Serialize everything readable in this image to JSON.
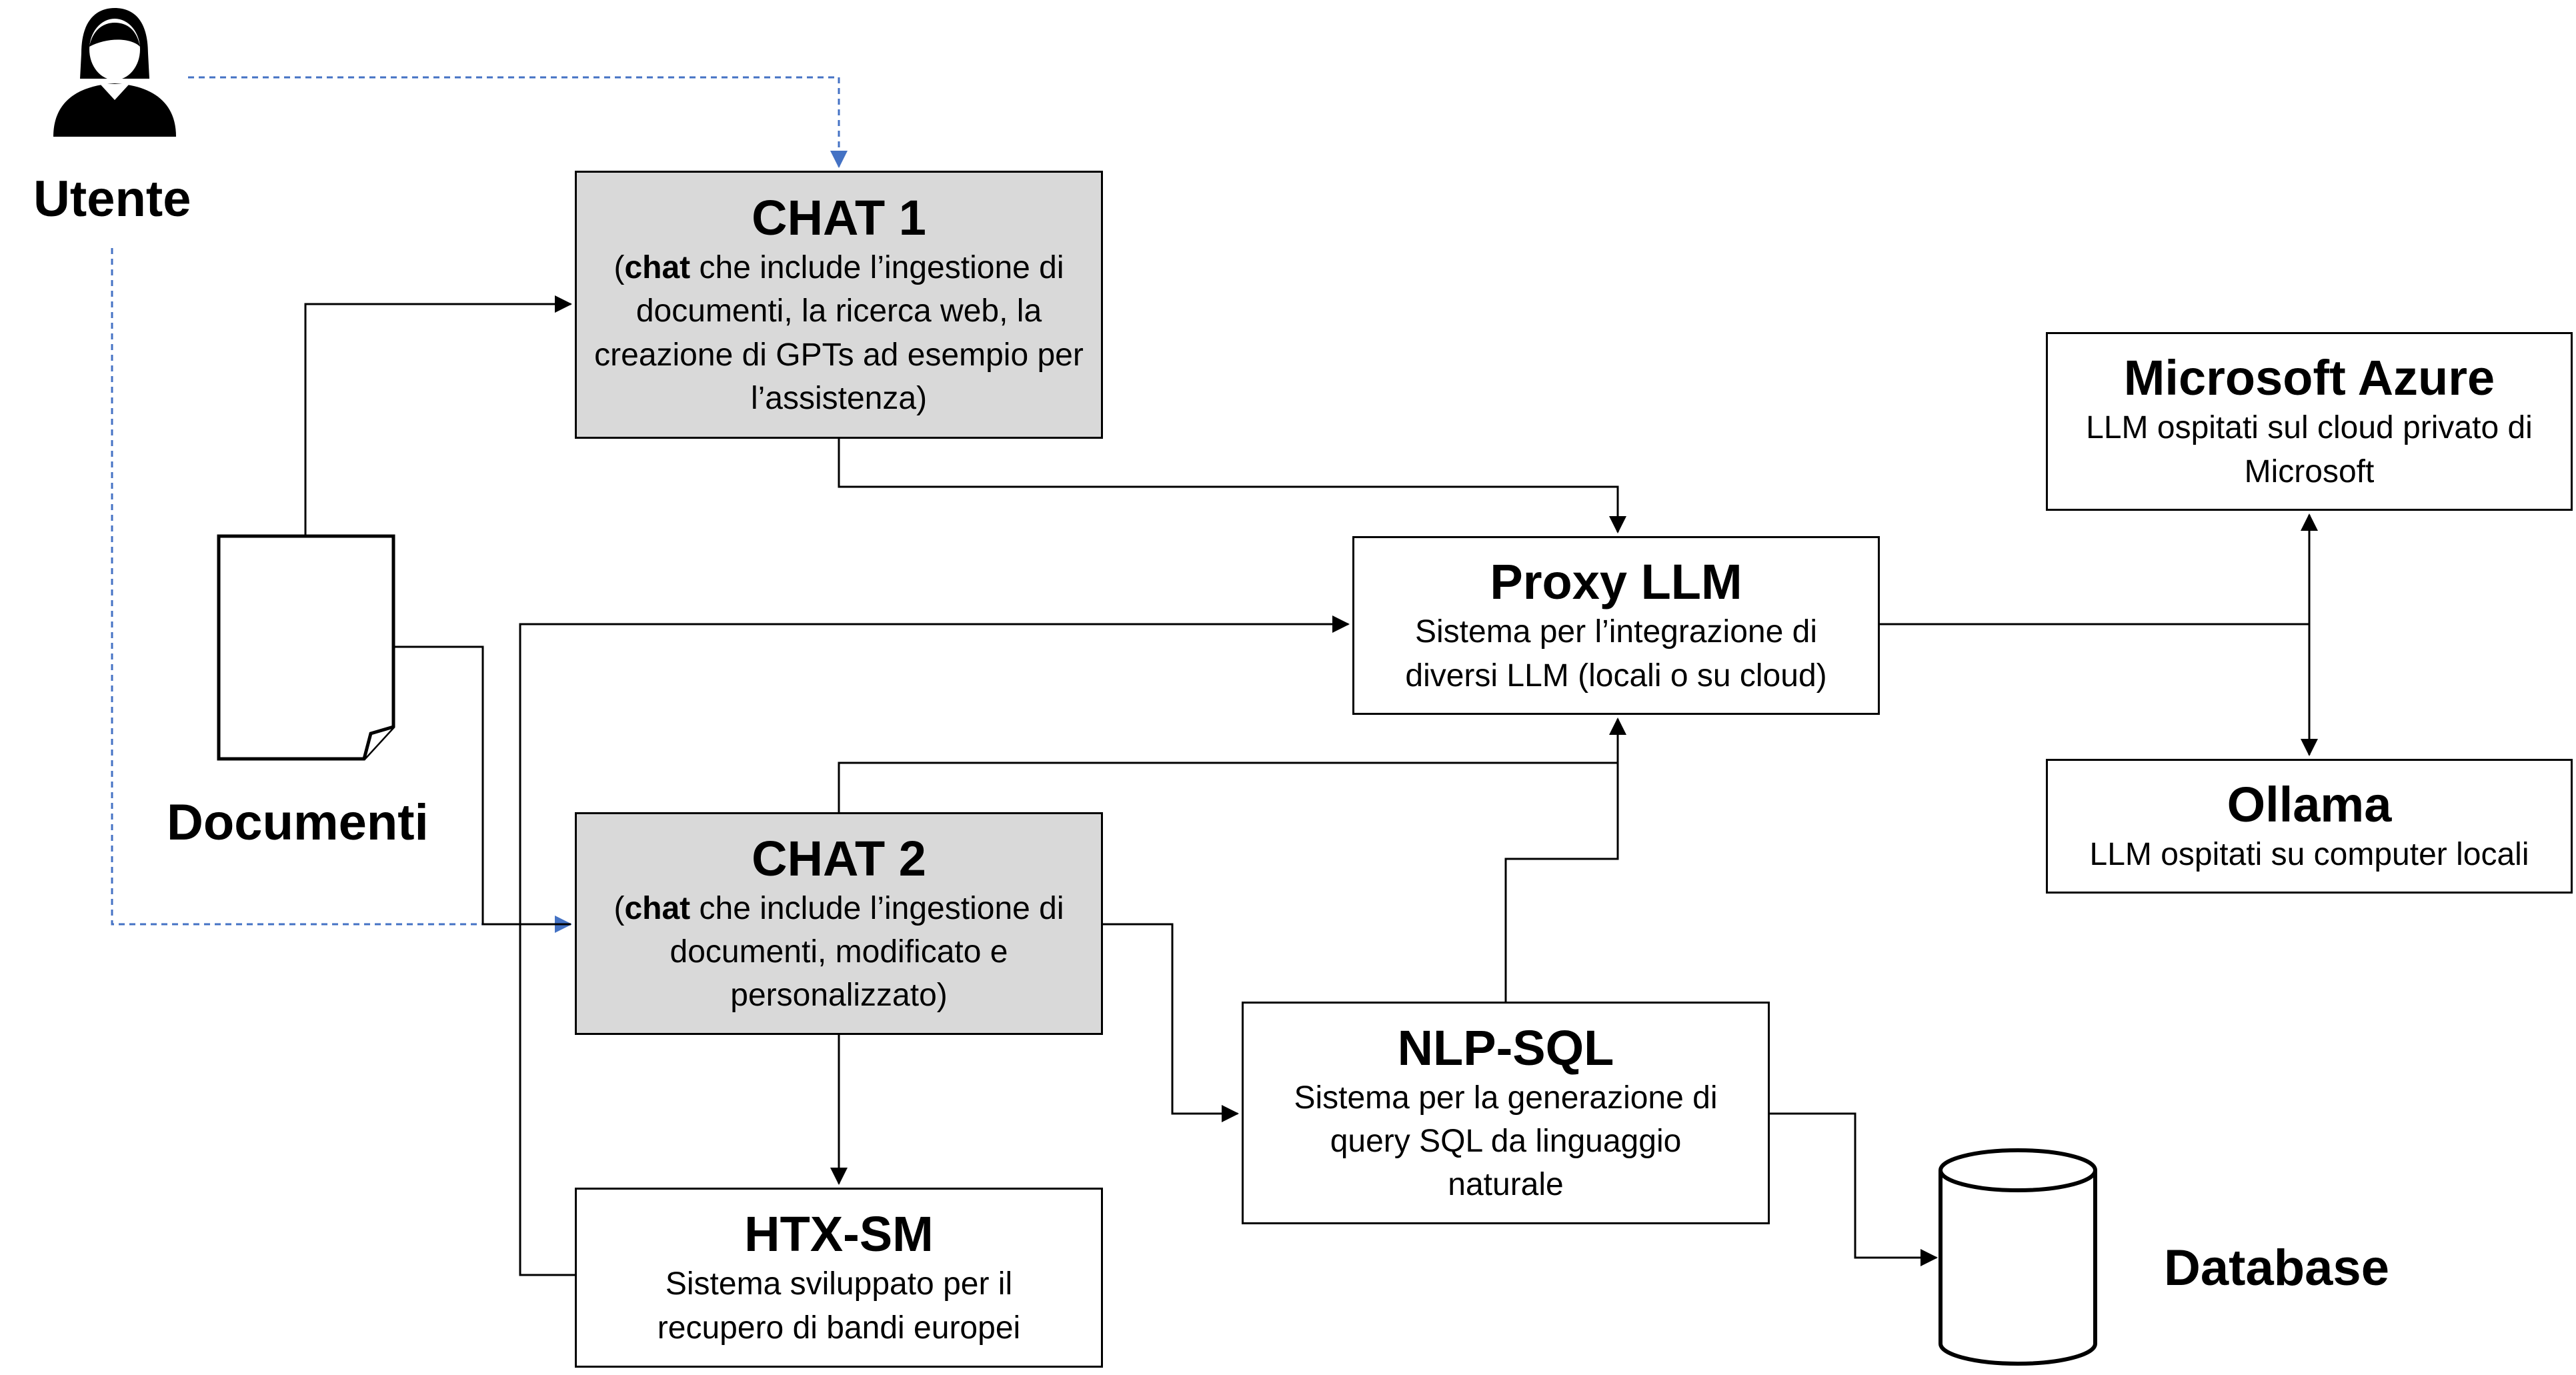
{
  "user": {
    "label": "Utente",
    "icon": "user-icon"
  },
  "documents": {
    "label": "Documenti",
    "icon": "document-icon"
  },
  "database": {
    "label": "Database",
    "icon": "database-icon"
  },
  "chat1": {
    "title": "CHAT 1",
    "desc_bold": "chat",
    "desc_rest": " che include l’ingestione di documenti, la ricerca web, la creazione di GPTs ad esempio per l’assistenza)"
  },
  "chat2": {
    "title": "CHAT 2",
    "desc_bold": "chat",
    "desc_rest": " che include l’ingestione di documenti, modificato e personalizzato)"
  },
  "htx": {
    "title": "HTX-SM",
    "desc": "Sistema sviluppato per il recupero di bandi europei"
  },
  "proxy": {
    "title": "Proxy LLM",
    "desc": "Sistema per l’integrazione di diversi LLM (locali o su cloud)"
  },
  "nlp": {
    "title": "NLP-SQL",
    "desc": "Sistema per la generazione di query SQL da linguaggio naturale"
  },
  "azure": {
    "title": "Microsoft Azure",
    "desc": "LLM ospitati sul cloud privato di Microsoft"
  },
  "ollama": {
    "title": "Ollama",
    "desc": "LLM ospitati su computer locali"
  },
  "colors": {
    "dashed_line": "#4472c4",
    "box_fill_gray": "#d9d9d9",
    "line": "#000000"
  }
}
